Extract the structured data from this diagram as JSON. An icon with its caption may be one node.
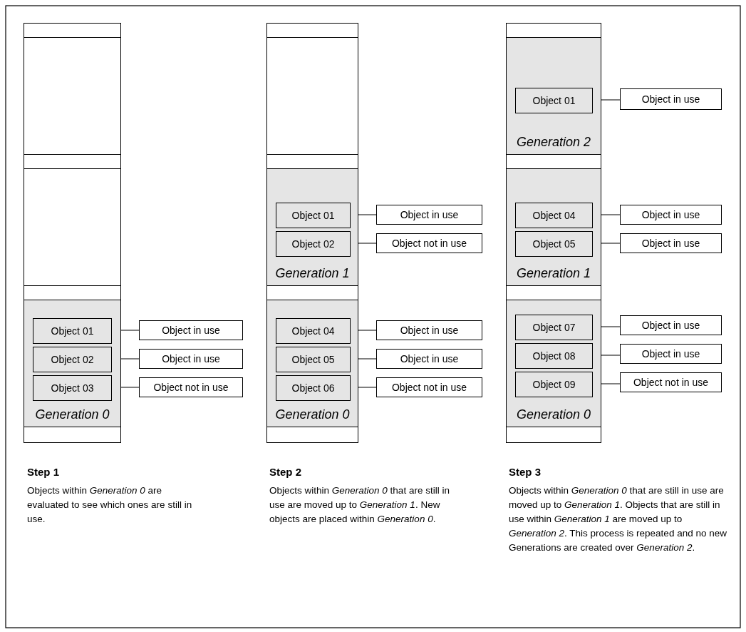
{
  "diagram": {
    "nodes": [
      {
        "text": [],
        "shape": "box"
      },
      {
        "text": [],
        "shape": "box"
      },
      {
        "text": [
          "Generation 0"
        ]
      },
      {
        "text": [
          "Object 01"
        ],
        "in": 2
      },
      {
        "text": [
          "Object in use"
        ]
      },
      {
        "text": [
          "Object 02"
        ],
        "in": 2
      },
      {
        "text": [
          "Object in use"
        ]
      },
      {
        "text": [
          "Object 03"
        ],
        "in": 2
      },
      {
        "text": [
          "Object not in use"
        ]
      },
      {
        "text": [],
        "shape": "box"
      },
      {
        "text": [
          "Generation 1"
        ]
      },
      {
        "text": [
          "Object 01"
        ],
        "in": 10
      },
      {
        "text": [
          "Object in use"
        ]
      },
      {
        "text": [
          "Object 02"
        ],
        "in": 10
      },
      {
        "text": [
          "Object not in use"
        ]
      },
      {
        "text": [
          "Generation 0"
        ]
      },
      {
        "text": [
          "Object 04"
        ],
        "in": 15
      },
      {
        "text": [
          "Object in use"
        ]
      },
      {
        "text": [
          "Object 05"
        ],
        "in": 15
      },
      {
        "text": [
          "Object in use"
        ]
      },
      {
        "text": [
          "Object 06"
        ],
        "in": 15
      },
      {
        "text": [
          "Object not in use"
        ]
      },
      {
        "text": [
          "Generation 2"
        ]
      },
      {
        "text": [
          "Object 01"
        ],
        "in": 22
      },
      {
        "text": [
          "Object in use"
        ]
      },
      {
        "text": [
          "Generation 1"
        ]
      },
      {
        "text": [
          "Object 04"
        ],
        "in": 25
      },
      {
        "text": [
          "Object in use"
        ]
      },
      {
        "text": [
          "Object 05"
        ],
        "in": 25
      },
      {
        "text": [
          "Object in use"
        ]
      },
      {
        "text": [
          "Generation 0"
        ]
      },
      {
        "text": [
          "Object 07"
        ],
        "in": 30
      },
      {
        "text": [
          "Object in use"
        ]
      },
      {
        "text": [
          "Object 08"
        ],
        "in": 30
      },
      {
        "text": [
          "Object in use"
        ]
      },
      {
        "text": [
          "Object 09"
        ],
        "in": 30
      },
      {
        "text": [
          "Object not in use"
        ]
      }
    ],
    "edges": [
      {
        "from": 3,
        "to": 4,
        "arrow": "none"
      },
      {
        "from": 5,
        "to": 6,
        "arrow": "none"
      },
      {
        "from": 7,
        "to": 8,
        "arrow": "none"
      },
      {
        "from": 11,
        "to": 12,
        "arrow": "none"
      },
      {
        "from": 13,
        "to": 14,
        "arrow": "none"
      },
      {
        "from": 16,
        "to": 17,
        "arrow": "none"
      },
      {
        "from": 18,
        "to": 19,
        "arrow": "none"
      },
      {
        "from": 20,
        "to": 21,
        "arrow": "none"
      },
      {
        "from": 23,
        "to": 24,
        "arrow": "none"
      },
      {
        "from": 26,
        "to": 27,
        "arrow": "none"
      },
      {
        "from": 28,
        "to": 29,
        "arrow": "none"
      },
      {
        "from": 31,
        "to": 32,
        "arrow": "none"
      },
      {
        "from": 33,
        "to": 34,
        "arrow": "none"
      },
      {
        "from": 35,
        "to": 36,
        "arrow": "none"
      }
    ],
    "labels": [
      "Step 1",
      "Objects within *Generation 0* are evaluated to see which ones are still in use.",
      "Step 2",
      "Objects within *Generation 0* that are still in use are moved up to *Generation 1*. New objects are placed within *Generation 0*.",
      "Step 3",
      "Objects within *Generation 0* that are still in use are moved up to *Generation 1*. Objects that are still in use within *Generation 1* are moved up to *Generation 2*. This process is repeated and no new Generations are created over *Generation 2*."
    ]
  }
}
